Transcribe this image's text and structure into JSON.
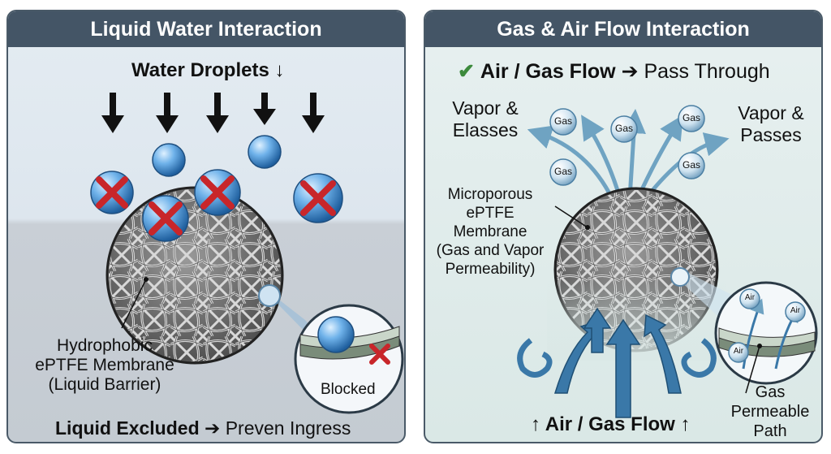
{
  "left": {
    "title": "Liquid Water Interaction",
    "top_label": "Water Droplets",
    "top_arrow": "↓",
    "membrane_label": [
      "Hydrophobic",
      "ePTFE Membrane",
      "(Liquid Barrier)"
    ],
    "callout_label": "Blocked",
    "bottom_bold": "Liquid Excluded",
    "bottom_arrow": "➔",
    "bottom_rest": "Preven Ingress"
  },
  "right": {
    "title": "Gas & Air Flow Interaction",
    "check": "✔",
    "top_bold": "Air / Gas Flow",
    "top_arrow": "➔",
    "top_rest": "Pass Through",
    "vapor_left": [
      "Vapor &",
      "Elasses"
    ],
    "vapor_right": [
      "Vapor &",
      "Passes"
    ],
    "gas_bubble": "Gas",
    "membrane_label": [
      "Microporous",
      "ePTFE",
      "Membrane",
      "(Gas and Vapor",
      "Permeability)"
    ],
    "air_bubble": "Air",
    "path_label": [
      "Gas",
      "Permeable",
      "Path"
    ],
    "bottom_up_arrow": "↑",
    "bottom_label": "Air / Gas Flow"
  },
  "colors": {
    "header": "#445566",
    "water_blue": "#3f8fd6",
    "blocked_red": "#c8262a",
    "check_green": "#3c8a3c",
    "flow_blue": "#3a78a8"
  }
}
